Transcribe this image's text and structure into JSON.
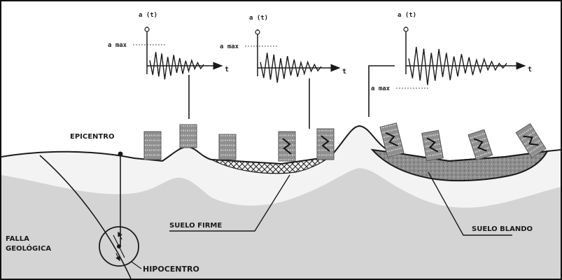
{
  "labels": {
    "epicentro": "EPICENTRO",
    "falla_line1": "FALLA",
    "falla_line2": "GEOLÓGICA",
    "hipocentro": "HIPOCENTRO",
    "suelo_firme": "SUELO FIRME",
    "suelo_blando": "SUELO BLANDO"
  },
  "seismograms": [
    {
      "axis_label": "a (t)",
      "amax_label": "a max",
      "time_label": "t"
    },
    {
      "axis_label": "a (t)",
      "amax_label": "a max",
      "time_label": "t"
    },
    {
      "axis_label": "a (t)",
      "amax_label": "a max",
      "time_label": "t"
    }
  ],
  "colors": {
    "sky": "#ffffff",
    "ground": "#d6d6d6",
    "rock": "#f4f4f4",
    "soft_soil": "#9a9a9a",
    "building": "#8c8c8c",
    "line": "#1a1a1a"
  },
  "icons": [
    "building-icon",
    "tilted-building-icon",
    "crack-icon",
    "fault-circle-icon"
  ]
}
